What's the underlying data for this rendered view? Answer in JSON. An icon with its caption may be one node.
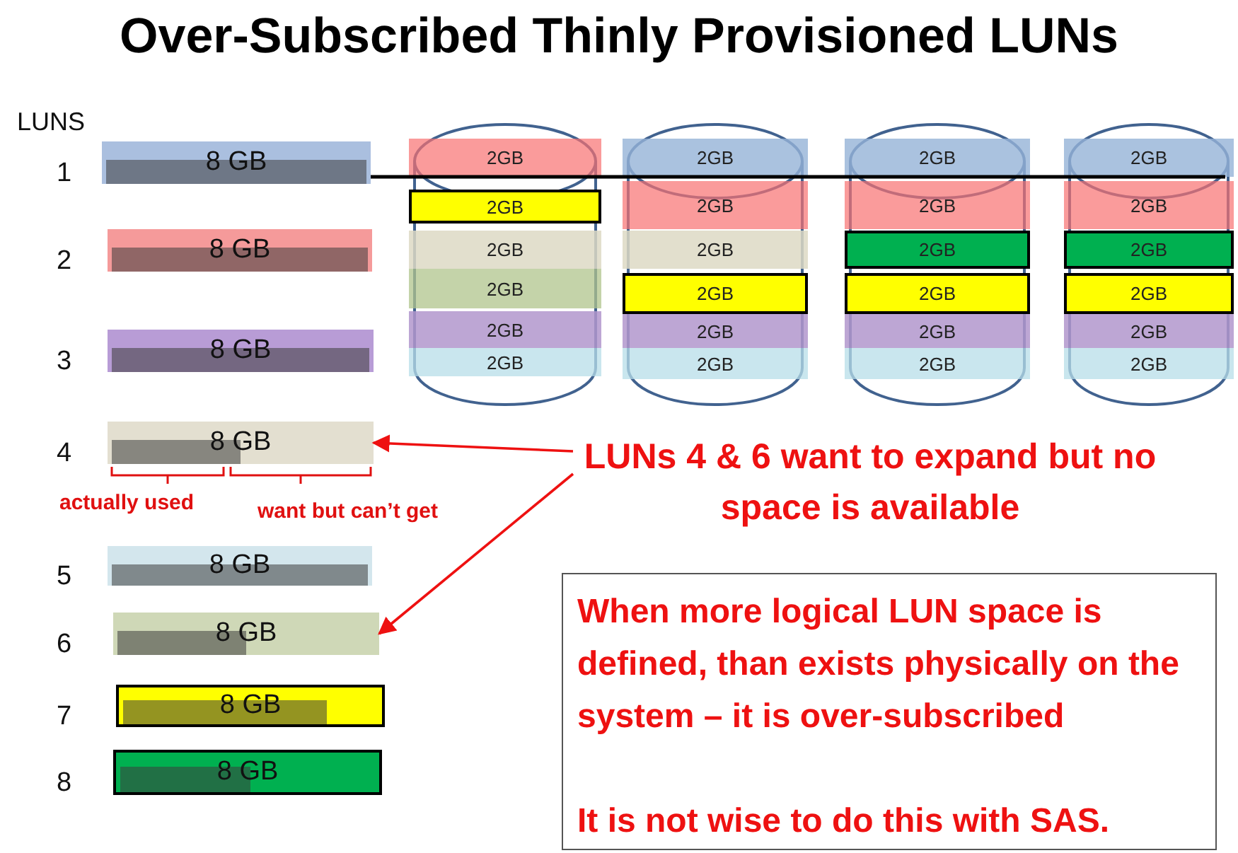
{
  "diagram": {
    "title": "Over-Subscribed Thinly Provisioned LUNs",
    "nodes": [
      {
        "text": [
          "8 GB"
        ],
        "beside": [
          "1"
        ]
      },
      {
        "text": [
          "8 GB"
        ],
        "beside": [
          "2"
        ]
      },
      {
        "text": [
          "8 GB"
        ],
        "beside": [
          "3"
        ]
      },
      {
        "text": [
          "8 GB"
        ],
        "beside": [
          "4"
        ]
      },
      {
        "text": [
          "8 GB"
        ],
        "beside": [
          "5"
        ]
      },
      {
        "text": [
          "8 GB"
        ],
        "beside": [
          "6"
        ]
      },
      {
        "text": [
          "8 GB"
        ],
        "beside": [
          "7"
        ]
      },
      {
        "text": [
          "8 GB"
        ],
        "beside": [
          "8"
        ]
      },
      {
        "text": [],
        "shape": "cylinder"
      },
      {
        "text": [
          "2GB"
        ],
        "in": 8
      },
      {
        "text": [
          "2GB"
        ],
        "in": 8
      },
      {
        "text": [
          "2GB"
        ],
        "in": 8
      },
      {
        "text": [
          "2GB"
        ],
        "in": 8
      },
      {
        "text": [
          "2GB"
        ],
        "in": 8
      },
      {
        "text": [
          "2GB"
        ],
        "in": 8
      },
      {
        "text": [],
        "shape": "cylinder"
      },
      {
        "text": [
          "2GB"
        ],
        "in": 15
      },
      {
        "text": [
          "2GB"
        ],
        "in": 15
      },
      {
        "text": [
          "2GB"
        ],
        "in": 15
      },
      {
        "text": [
          "2GB"
        ],
        "in": 15
      },
      {
        "text": [
          "2GB"
        ],
        "in": 15
      },
      {
        "text": [
          "2GB"
        ],
        "in": 15
      },
      {
        "text": [],
        "shape": "cylinder"
      },
      {
        "text": [
          "2GB"
        ],
        "in": 22
      },
      {
        "text": [
          "2GB"
        ],
        "in": 22
      },
      {
        "text": [
          "2GB"
        ],
        "in": 22
      },
      {
        "text": [
          "2GB"
        ],
        "in": 22
      },
      {
        "text": [
          "2GB"
        ],
        "in": 22
      },
      {
        "text": [
          "2GB"
        ],
        "in": 22
      },
      {
        "text": [],
        "shape": "cylinder"
      },
      {
        "text": [
          "2GB"
        ],
        "in": 29
      },
      {
        "text": [
          "2GB"
        ],
        "in": 29
      },
      {
        "text": [
          "2GB"
        ],
        "in": 29
      },
      {
        "text": [
          "2GB"
        ],
        "in": 29
      },
      {
        "text": [
          "2GB"
        ],
        "in": 29
      },
      {
        "text": [
          "2GB"
        ],
        "in": 29
      },
      {
        "text": [
          "LUNs 4 & 6 want to expand but no space is available"
        ]
      },
      {
        "text": [
          "When more logical LUN space is defined, than exists physically on the system – it is over-subscribed",
          "It is not wise to do this with SAS."
        ]
      }
    ],
    "edges": [
      {
        "from": 0,
        "to": 30,
        "arrow": "none",
        "color": "#000000"
      },
      {
        "from": 36,
        "to": 3,
        "arrow": "to",
        "color": "#ee1111"
      },
      {
        "from": 36,
        "to": 5,
        "arrow": "to",
        "color": "#ee1111"
      }
    ],
    "labels": [
      "LUNS",
      "actually used",
      "want but can’t get"
    ]
  }
}
